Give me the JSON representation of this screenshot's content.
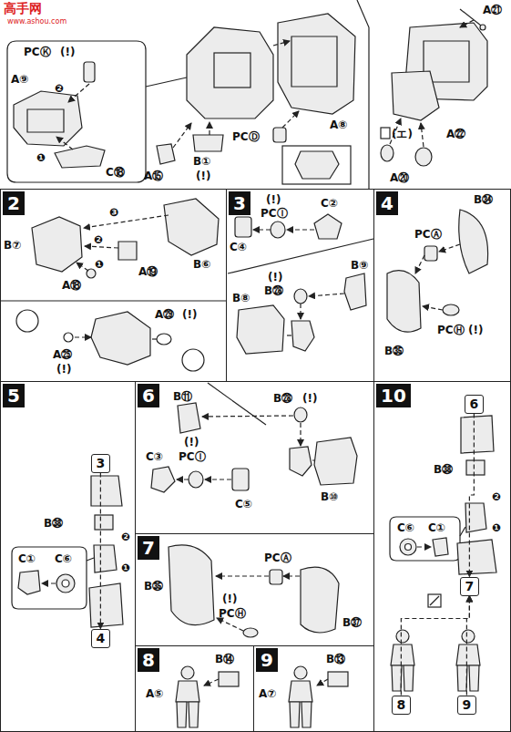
{
  "diagram": {
    "nodes": [
      {
        "text": [
          "2"
        ]
      },
      {
        "text": [
          "3"
        ]
      },
      {
        "text": [
          "4"
        ]
      },
      {
        "text": [
          "5"
        ]
      },
      {
        "text": [
          "6"
        ]
      },
      {
        "text": [
          "7"
        ]
      },
      {
        "text": [
          "10"
        ]
      },
      {
        "text": [
          "8"
        ]
      },
      {
        "text": [
          "9"
        ]
      },
      {
        "text": [
          "3"
        ],
        "in": 3
      },
      {
        "text": [
          "4"
        ],
        "in": 3
      },
      {
        "text": [
          "6"
        ],
        "in": 6
      },
      {
        "text": [
          "7"
        ],
        "in": 6
      },
      {
        "text": [
          "8"
        ],
        "in": 6
      },
      {
        "text": [
          "9"
        ],
        "in": 6
      }
    ],
    "edges": [
      {
        "from": 9,
        "to": 10,
        "arrow": "to"
      },
      {
        "from": 11,
        "to": 12,
        "arrow": "to"
      },
      {
        "from": 13,
        "to": 12,
        "arrow": "to"
      },
      {
        "from": 14,
        "to": 12,
        "arrow": "to"
      }
    ],
    "labels": [
      "高手网",
      "www.ashou.com",
      "PCⓀ",
      "(!)",
      "A⑨",
      "❷",
      "❶",
      "C⑱",
      "PCⒹ",
      "A⑧",
      "A⑮",
      "B①",
      "(!)",
      "A㉑",
      "(エ)",
      "A㉒",
      "A⑳",
      "B⑦",
      "❸",
      "❷",
      "❶",
      "A⑱",
      "A⑲",
      "B⑥",
      "A㉕",
      "(!)",
      "A㉙",
      "(!)",
      "(!)",
      "PCⒾ",
      "C②",
      "C④",
      "(!)",
      "B㉘",
      "B⑨",
      "B⑧",
      "B㉞",
      "PCⒶ",
      "B㉟",
      "PCⒽ",
      "(!)",
      "B㊳",
      "❷",
      "C①",
      "C⑥",
      "❶",
      "B⑪",
      "B㉘",
      "(!)",
      "(!)",
      "C③",
      "PCⒾ",
      "B⑩",
      "C⑤",
      "B㉟",
      "PCⒶ",
      "(!)",
      "PCⒽ",
      "B㊲",
      "B⑭",
      "A⑤",
      "B⑬",
      "A⑦",
      "B㊳",
      "❷",
      "C⑥",
      "C①",
      "❶"
    ]
  }
}
